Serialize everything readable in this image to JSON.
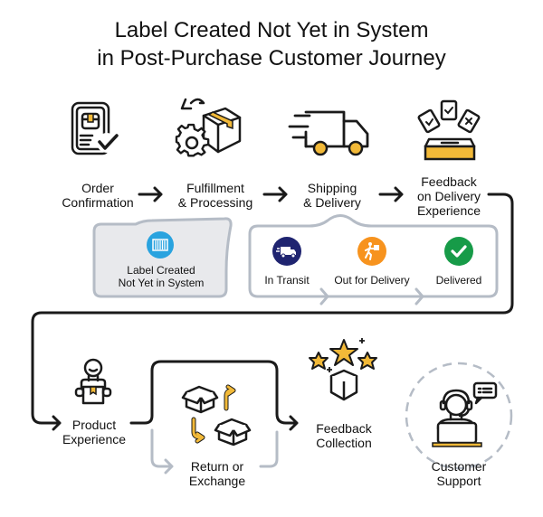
{
  "title": {
    "line1": "Label Created Not Yet in System",
    "line2": "in Post-Purchase Customer Journey"
  },
  "colors": {
    "accent": "#f2b938",
    "ink": "#1a1a1a",
    "gray_line": "#b5bcc6",
    "label_box_bg": "#e8e9ec",
    "barcode_blue": "#29a3df",
    "transit_navy": "#1f2470",
    "delivery_orange": "#f7931e",
    "delivered_green": "#179b48"
  },
  "steps": [
    {
      "id": "order",
      "line1": "Order",
      "line2": "Confirmation",
      "icon": "tablet-order-check-icon"
    },
    {
      "id": "fulfillment",
      "line1": "Fulfillment",
      "line2": "& Processing",
      "icon": "box-gear-icon"
    },
    {
      "id": "shipping",
      "line1": "Shipping",
      "line2": "& Delivery",
      "icon": "delivery-truck-icon"
    },
    {
      "id": "feedback_delivery",
      "line1": "Feedback",
      "line2": "on Delivery",
      "line3": "Experience",
      "icon": "feedback-box-icon"
    },
    {
      "id": "product",
      "line1": "Product",
      "line2": "Experience",
      "icon": "person-holding-box-icon"
    },
    {
      "id": "return",
      "line1": "Return or",
      "line2": "Exchange",
      "icon": "boxes-exchange-icon"
    },
    {
      "id": "feedback_collection",
      "line1": "Feedback",
      "line2": "Collection",
      "icon": "stars-box-icon"
    },
    {
      "id": "support",
      "line1": "Customer",
      "line2": "Support",
      "icon": "support-agent-icon"
    }
  ],
  "label_callout": {
    "line1": "Label Created",
    "line2": "Not Yet in System",
    "icon": "barcode-icon"
  },
  "shipping_statuses": [
    {
      "label": "In Transit",
      "icon": "truck-icon"
    },
    {
      "label": "Out for Delivery",
      "icon": "courier-running-icon"
    },
    {
      "label": "Delivered",
      "icon": "check-icon"
    }
  ]
}
